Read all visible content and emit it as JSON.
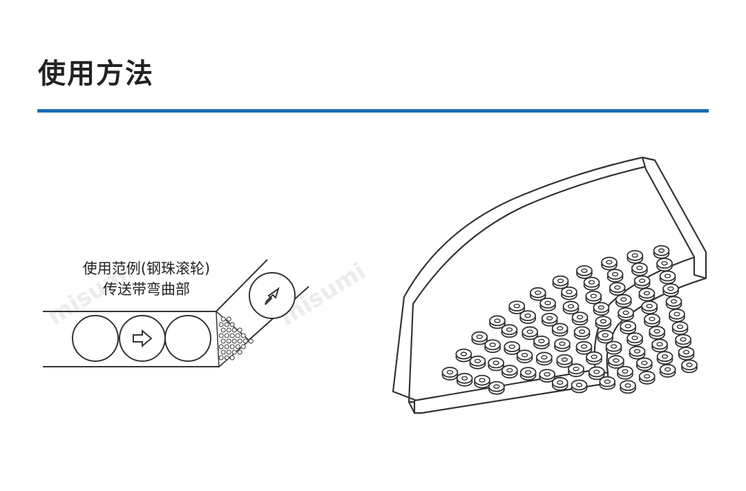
{
  "section": {
    "title": "使用方法",
    "rule_color": "#1a6db5"
  },
  "figure_left": {
    "caption_line1": "使用范例(钢珠滚轮)",
    "caption_line2": "传送带弯曲部",
    "arrow_icon": "right-arrow-icon",
    "diagonal_arrow_icon": "up-left-arrow-icon"
  },
  "watermark": {
    "text": "misumi"
  },
  "figure_right": {
    "description_icon": "curved-roller-conveyor-icon"
  }
}
